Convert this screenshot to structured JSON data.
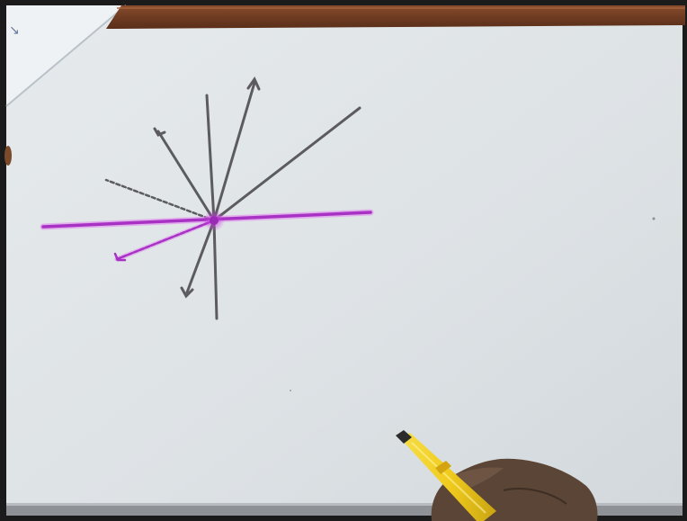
{
  "scene": {
    "description_free": true,
    "colors": {
      "board": "#dbe0e4",
      "board_shadow": "#c8ced2",
      "wood_frame": "#6e3b22",
      "wood_highlight": "#9a5a35",
      "ink_dark": "#5a5a5e",
      "ink_magenta": "#b23bd0",
      "ink_magenta_glow": "#e28bf0",
      "marker_body": "#f2d12a",
      "marker_cap": "#2a2a2a",
      "hand": "#5b4536",
      "left_edge": "#e8eef2"
    },
    "objects": {
      "whiteboard": "whiteboard",
      "frame": "wooden-frame",
      "drawing": "ray-diagram",
      "marker": "yellow-marker",
      "hand": "hand"
    }
  }
}
